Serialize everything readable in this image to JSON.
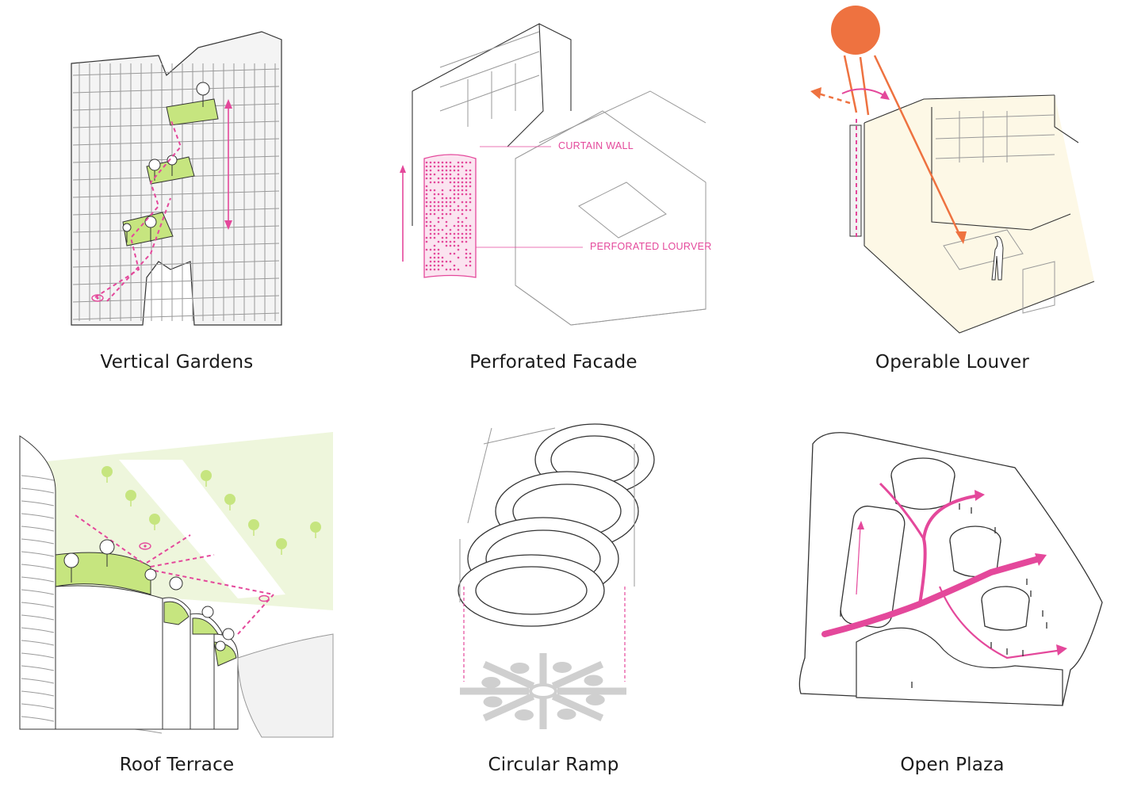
{
  "panels": [
    {
      "caption": "Vertical Gardens"
    },
    {
      "caption": "Perforated Facade",
      "labels": [
        "CURTAIN WALL",
        "PERFORATED LOURVER"
      ]
    },
    {
      "caption": "Operable Louver"
    },
    {
      "caption": "Roof Terrace"
    },
    {
      "caption": "Circular Ramp"
    },
    {
      "caption": "Open Plaza"
    }
  ],
  "colors": {
    "accent_pink": "#e4489b",
    "green_space": "#c6e57f",
    "sun_orange": "#ee7240",
    "light_green_bg": "#eef6dc",
    "ramp_gray": "#cfcfcf"
  }
}
